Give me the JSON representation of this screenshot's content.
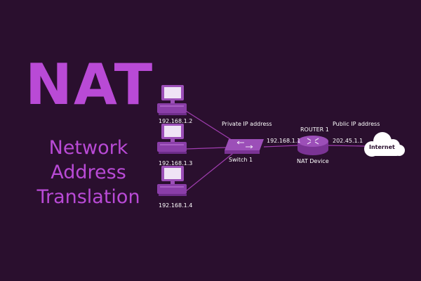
{
  "title": {
    "acronym": "NAT",
    "line1": "Network",
    "line2": "Address",
    "line3": "Translation"
  },
  "diagram": {
    "hosts": [
      {
        "ip": "192.168.1.2"
      },
      {
        "ip": "192.168.1.3"
      },
      {
        "ip": "192.168.1.4"
      }
    ],
    "private_label": "Private IP address",
    "switch_label": "Switch 1",
    "switch_ip": "192.168.1.1",
    "router_label": "ROUTER 1",
    "nat_label": "NAT Device",
    "public_label": "Public IP address",
    "public_ip": "202.45.1.1",
    "internet_label": "Internet"
  },
  "colors": {
    "background": "#2a0f2e",
    "accent": "#b94ad6",
    "device": "#9c4fb8",
    "device_light": "#c77de0",
    "lines": "#a03db0"
  }
}
